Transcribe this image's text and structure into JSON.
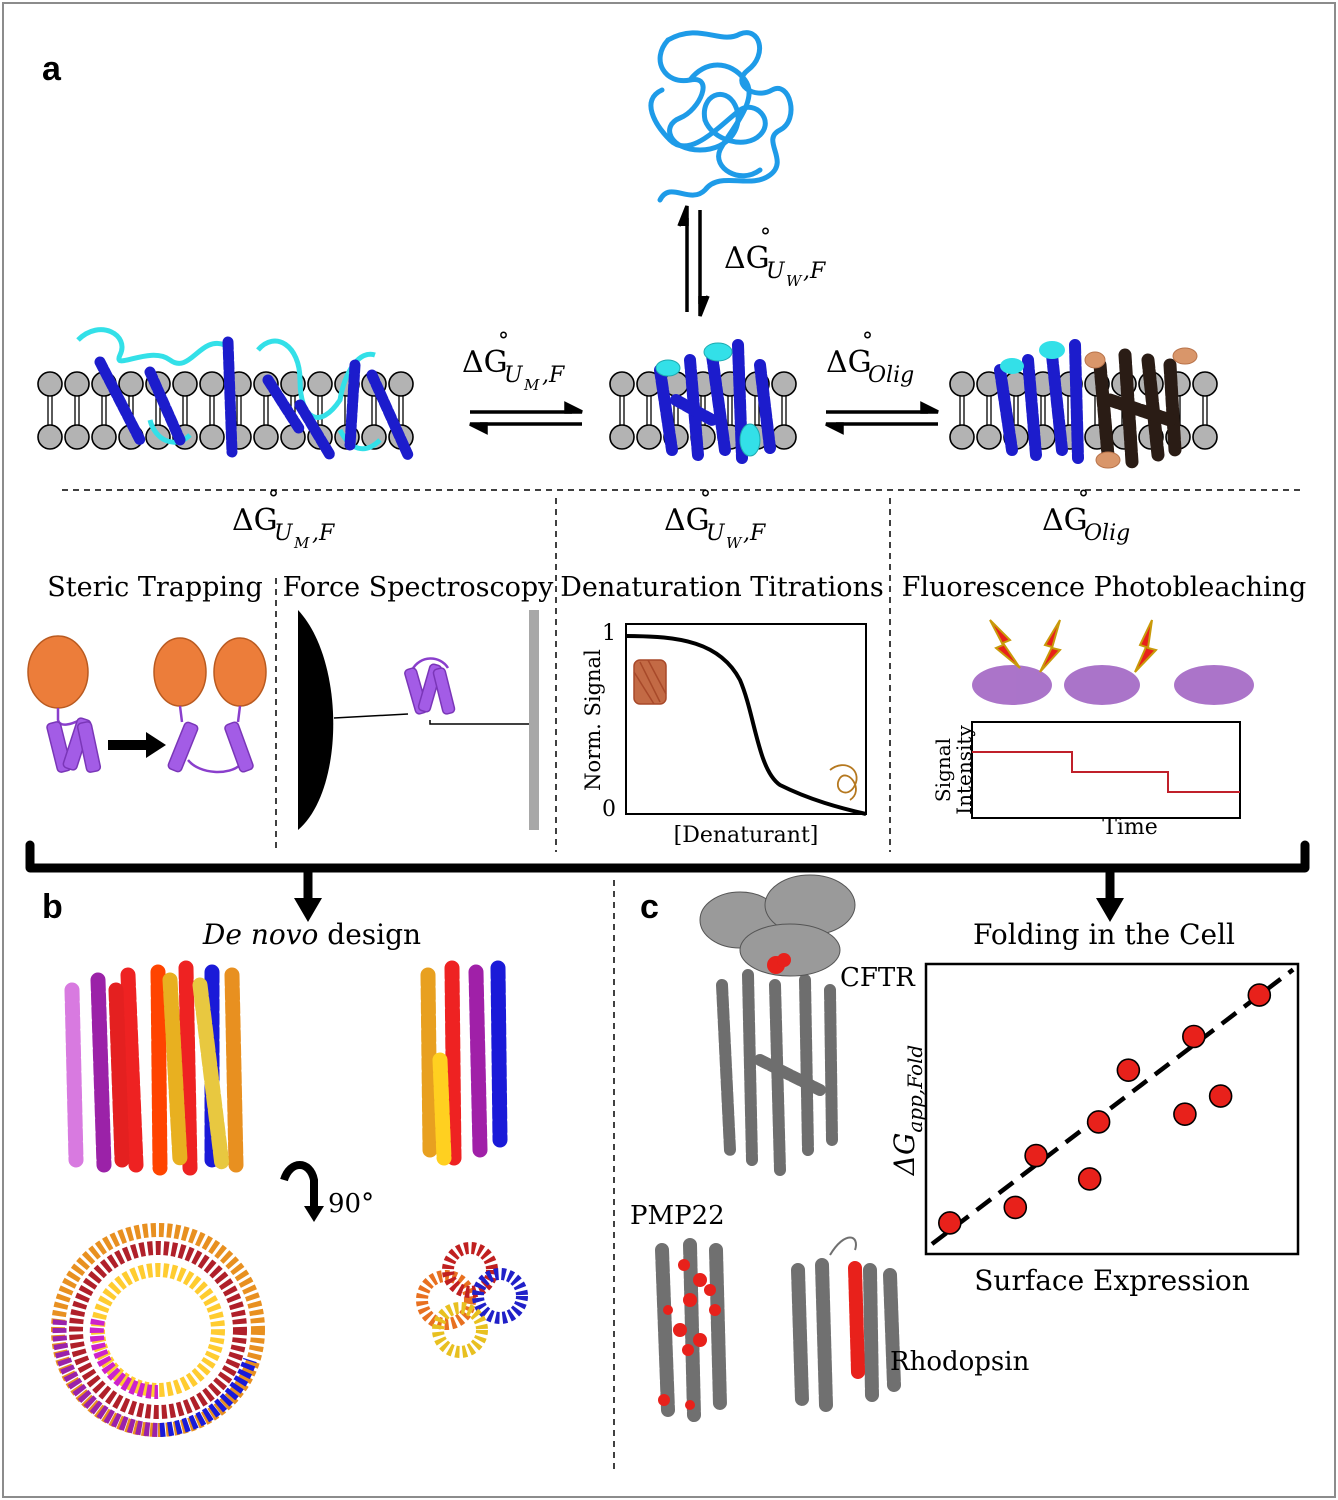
{
  "panels": {
    "a": "a",
    "b": "b",
    "c": "c"
  },
  "energies": {
    "delta": "ΔG",
    "degree": "°",
    "uw_sub": "U",
    "uw_subsub": "W",
    "um_sub": "U",
    "um_subsub": "M",
    "f_sub": ",F",
    "olig_sub": "Olig"
  },
  "methods": {
    "steric": "Steric Trapping",
    "force": "Force Spectroscopy",
    "denat": "Denaturation Titrations",
    "photo": "Fluorescence Photobleaching"
  },
  "denat_plot": {
    "ylabel": "Norm. Signal",
    "xlabel": "[Denaturant]",
    "ytick_top": "1",
    "ytick_bottom": "0"
  },
  "photo_plot": {
    "ylabel_1": "Signal",
    "ylabel_2": "Intensity",
    "xlabel": "Time"
  },
  "panel_b": {
    "title_italic": "De novo",
    "title_rest": " design",
    "rotation": "90°"
  },
  "panel_c": {
    "title": "Folding in the Cell",
    "cftr": "CFTR",
    "pmp22": "PMP22",
    "rhodopsin": "Rhodopsin",
    "ylabel_delta": "ΔG",
    "ylabel_sub": "app,Fold",
    "xlabel": "Surface Expression"
  },
  "chart_data": {
    "type": "scatter",
    "xlabel": "Surface Expression",
    "ylabel": "ΔGapp,Fold",
    "points": [
      [
        0.08,
        0.12
      ],
      [
        0.3,
        0.18
      ],
      [
        0.37,
        0.38
      ],
      [
        0.55,
        0.29
      ],
      [
        0.58,
        0.51
      ],
      [
        0.68,
        0.71
      ],
      [
        0.87,
        0.54
      ],
      [
        0.9,
        0.84
      ],
      [
        0.99,
        0.61
      ],
      [
        1.12,
        1.0
      ]
    ],
    "trend": [
      [
        0.0,
        0.0
      ],
      [
        1.2,
        1.06
      ]
    ],
    "xlim": [
      0,
      1.25
    ],
    "ylim": [
      0,
      1.12
    ],
    "point_color": "#e8211b"
  },
  "colors": {
    "unfolded": "#1e9be8",
    "helix": "#1c1ccc",
    "loop": "#33e0e8",
    "lipid": "#b3b3b3",
    "orange": "#ec7d3a",
    "purple": "#a35ce6",
    "red": "#e8211b",
    "dark": "#2a1c15"
  }
}
